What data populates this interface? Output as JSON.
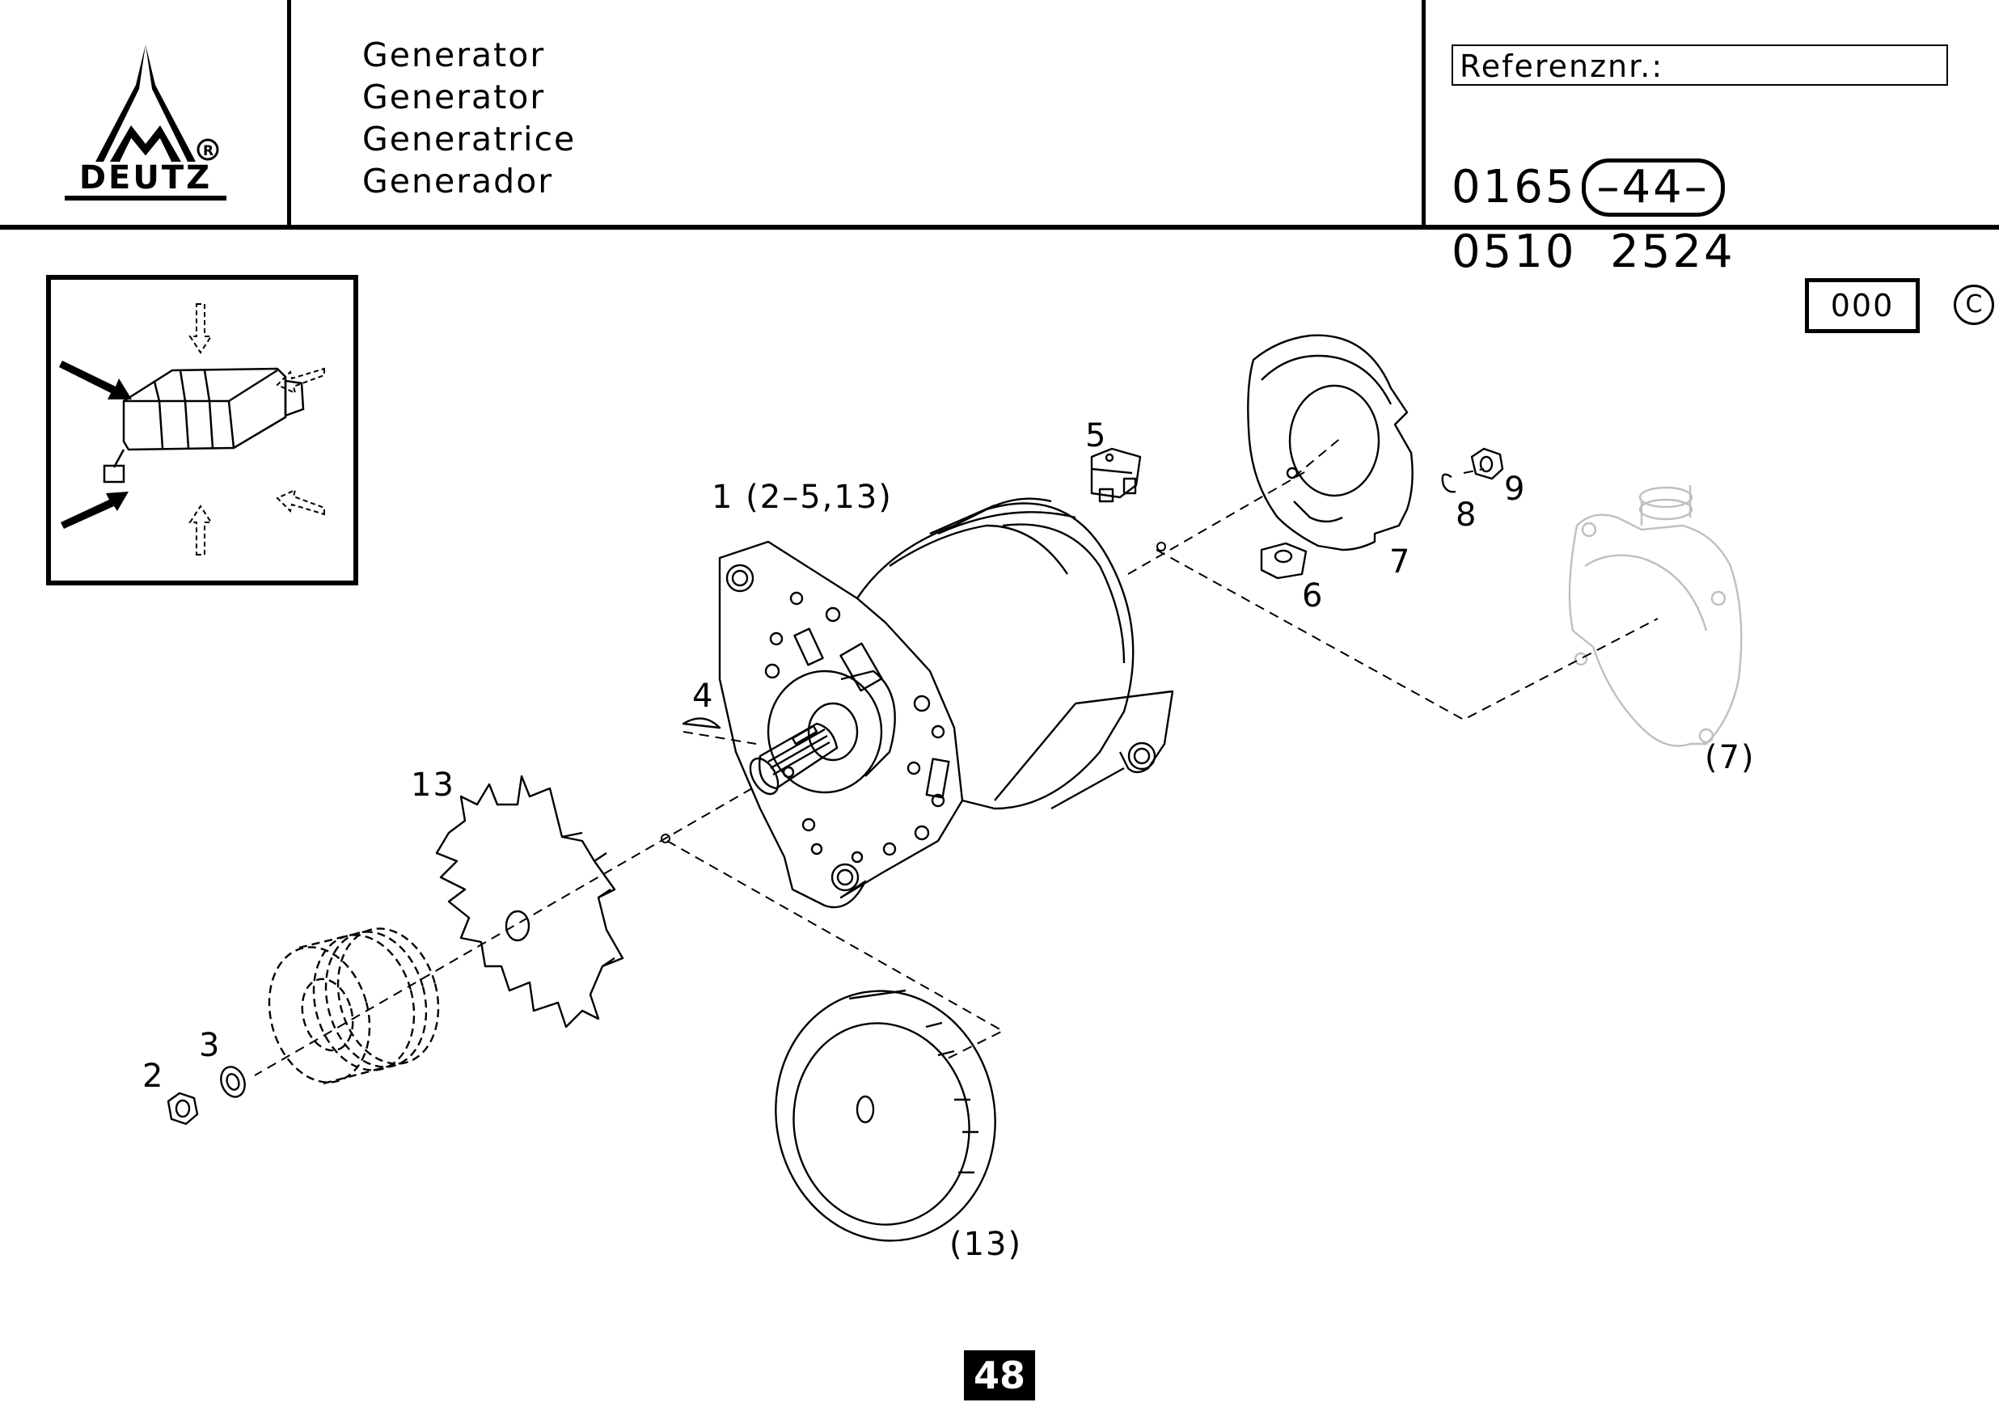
{
  "header": {
    "logo_text": "DEUTZ",
    "titles": [
      "Generator",
      "Generator",
      "Generatrice",
      "Generador"
    ],
    "reference_label": "Referenznr.:",
    "part_number": {
      "prefix": "0165",
      "group": "–44–",
      "suffix": "0510  2524"
    }
  },
  "version": {
    "code": "000",
    "copyright_symbol": "C"
  },
  "callouts": {
    "c1": "1 (2–5,13)",
    "c2": "2",
    "c3": "3",
    "c4": "4",
    "c5": "5",
    "c6": "6",
    "c7": "7",
    "c8": "8",
    "c9": "9",
    "c13": "13",
    "c7_ref": "(7)",
    "c13_ref": "(13)"
  },
  "footer": {
    "page_number": "48"
  }
}
